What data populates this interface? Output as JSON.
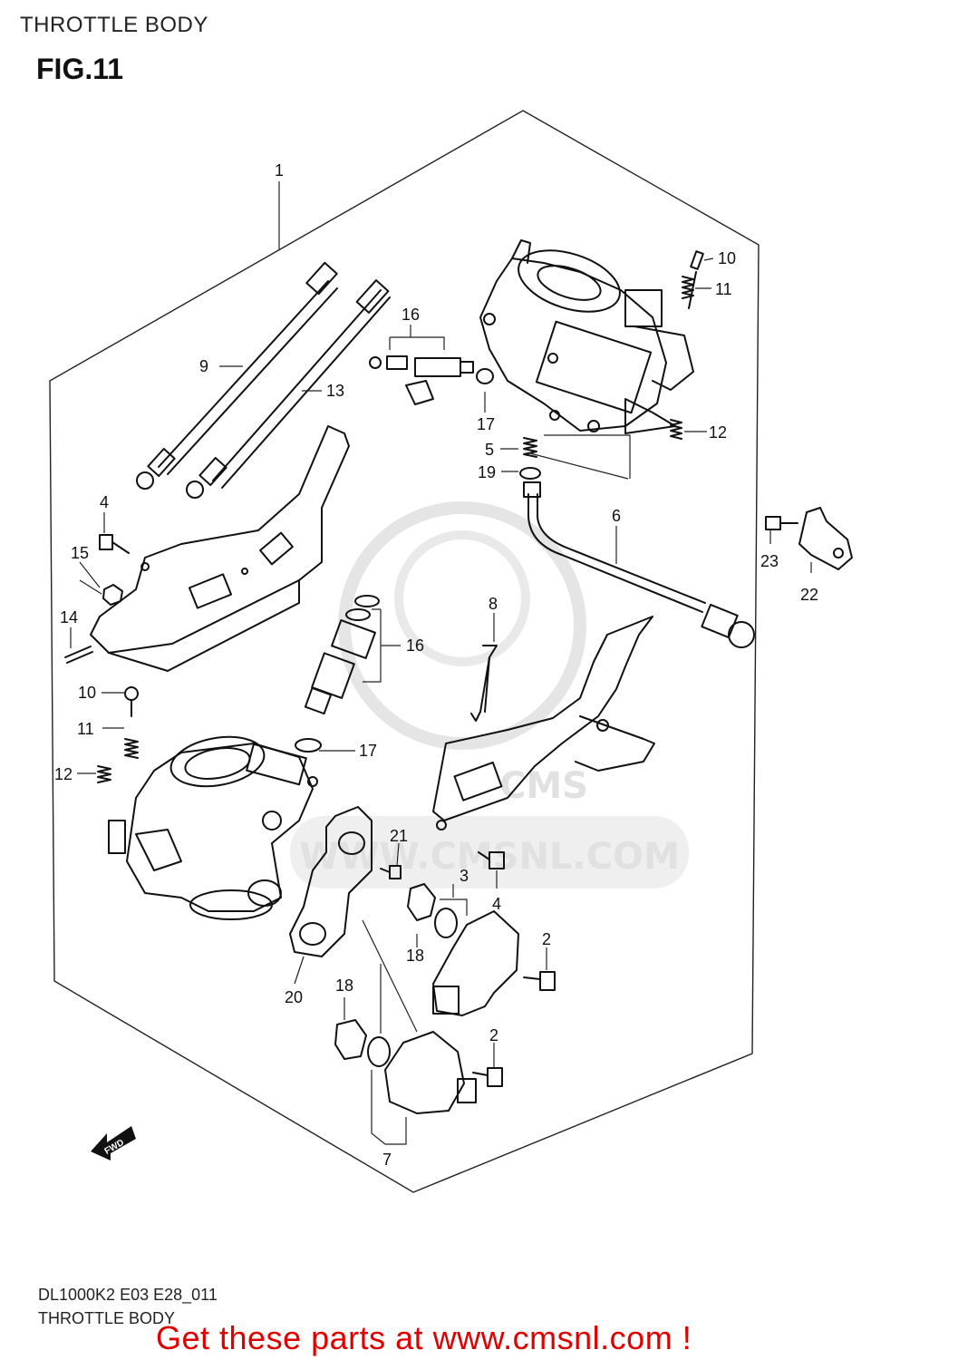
{
  "header": {
    "section_title": "THROTTLE BODY",
    "figure_label": "FIG.11"
  },
  "watermark": {
    "text": "WWW.CMSNL.COM",
    "logo_text": "CMS"
  },
  "forward_marker": "FWD",
  "callouts": [
    {
      "label": "1"
    },
    {
      "label": "2"
    },
    {
      "label": "2"
    },
    {
      "label": "3"
    },
    {
      "label": "4"
    },
    {
      "label": "4"
    },
    {
      "label": "5"
    },
    {
      "label": "6"
    },
    {
      "label": "7"
    },
    {
      "label": "8"
    },
    {
      "label": "9"
    },
    {
      "label": "10"
    },
    {
      "label": "10"
    },
    {
      "label": "11"
    },
    {
      "label": "11"
    },
    {
      "label": "12"
    },
    {
      "label": "12"
    },
    {
      "label": "13"
    },
    {
      "label": "14"
    },
    {
      "label": "15"
    },
    {
      "label": "16"
    },
    {
      "label": "16"
    },
    {
      "label": "17"
    },
    {
      "label": "17"
    },
    {
      "label": "18"
    },
    {
      "label": "18"
    },
    {
      "label": "19"
    },
    {
      "label": "20"
    },
    {
      "label": "21"
    },
    {
      "label": "22"
    },
    {
      "label": "23"
    }
  ],
  "footer": {
    "code": "DL1000K2 E03 E28_011",
    "title": "THROTTLE BODY",
    "promo": "Get these parts at www.cmsnl.com !"
  }
}
